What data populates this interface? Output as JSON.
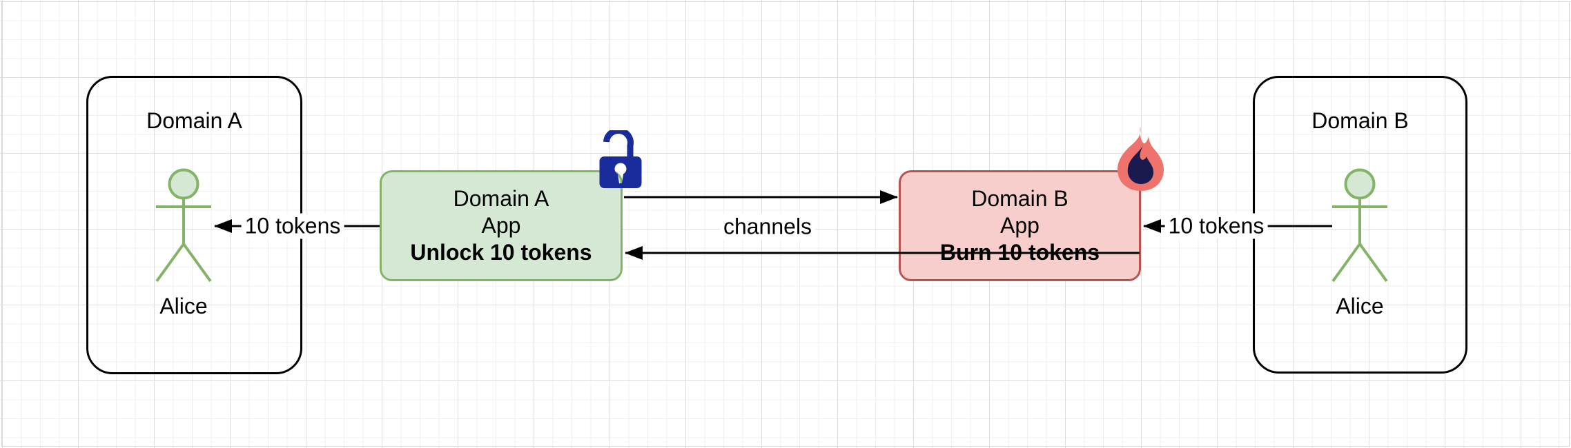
{
  "colors": {
    "canvas-bg": "#ffffff",
    "grid-minor": "#efefef",
    "grid-major": "#dedede",
    "green-fill": "#d5e8d4",
    "green-stroke": "#82b366",
    "red-fill": "#f8cecc",
    "red-stroke": "#b85450",
    "actor-green": "#82b366",
    "actor-head-fill": "#d5e8d4",
    "lock-blue": "#1a2b9c",
    "flame-outer": "#ee736d",
    "flame-inner": "#1a1a4e",
    "edge-black": "#000000"
  },
  "domain_a": {
    "title": "Domain A",
    "actor_label": "Alice"
  },
  "domain_b": {
    "title": "Domain B",
    "actor_label": "Alice"
  },
  "app_a": {
    "line1": "Domain A",
    "line2": "App",
    "action": "Unlock 10 tokens"
  },
  "app_b": {
    "line1": "Domain B",
    "line2": "App",
    "action": "Burn 10 tokens"
  },
  "edges": {
    "channels_label": "channels",
    "app_a_to_alice_a_label": "10 tokens",
    "alice_b_to_app_b_label": "10 tokens"
  },
  "icons": {
    "app_a_badge": "unlock-padlock-icon",
    "app_b_badge": "flame-icon"
  }
}
